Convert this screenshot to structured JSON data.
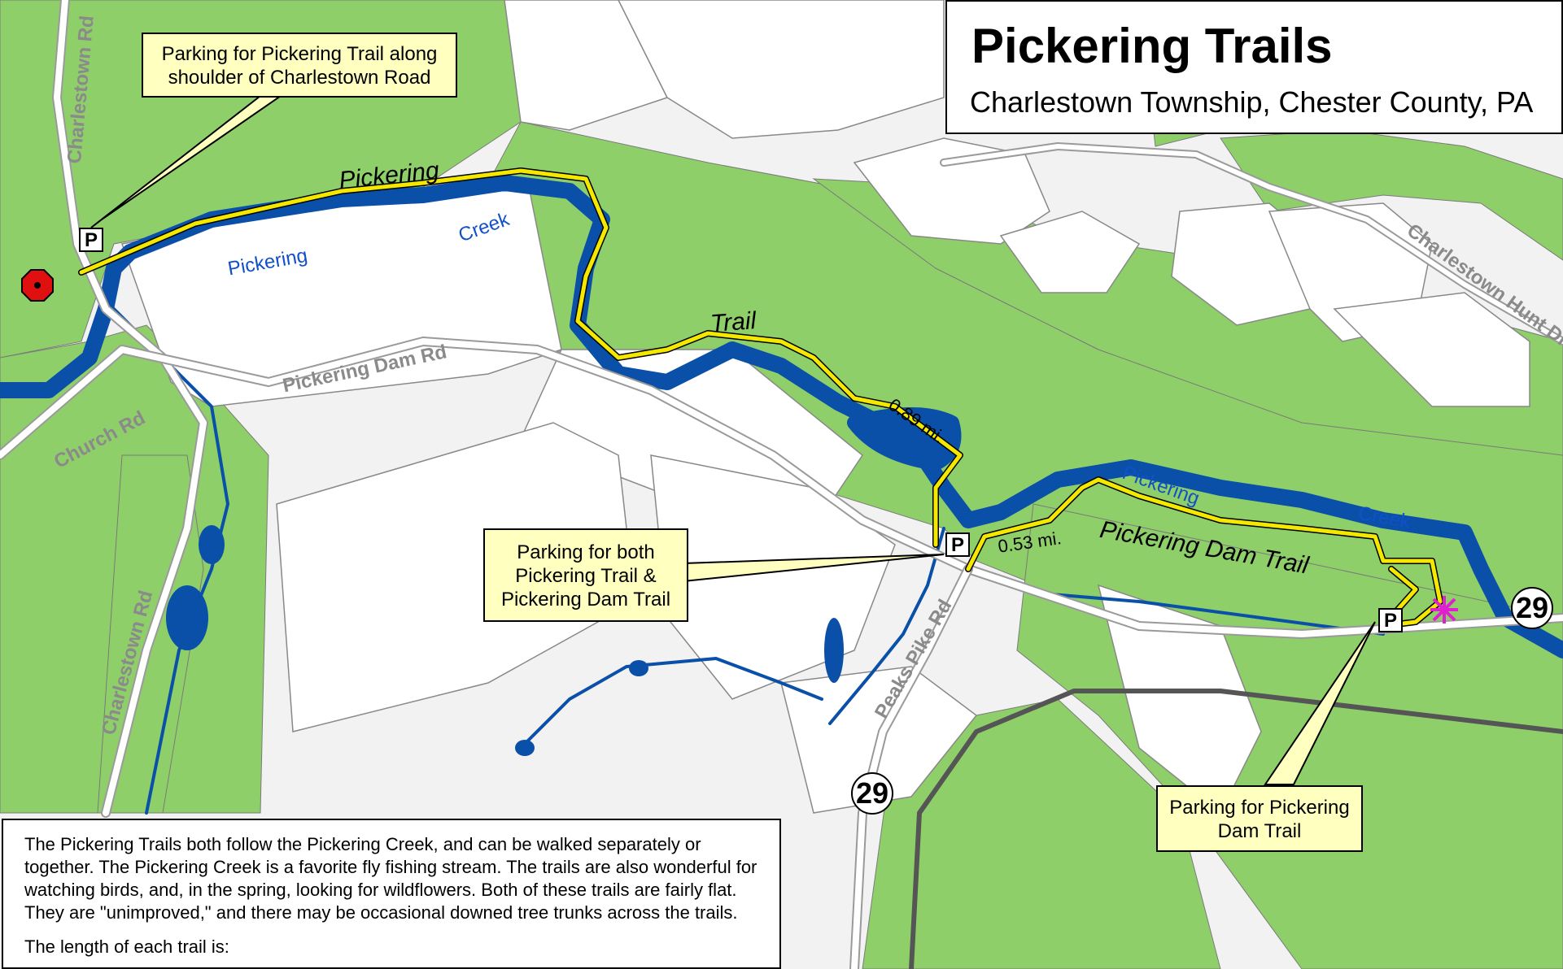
{
  "title": "Pickering Trails",
  "subtitle": "Charlestown Township, Chester County, PA",
  "callouts": {
    "pickering_trail_parking": "Parking for Pickering Trail along shoulder of Charlestown Road",
    "both_trails_parking": "Parking for both Pickering Trail & Pickering Dam Trail",
    "dam_trail_parking": "Parking for Pickering Dam Trail"
  },
  "road_labels": {
    "charlestown_rd": "Charlestown Rd",
    "pickering_dam_rd": "Pickering Dam Rd",
    "church_rd": "Church Rd",
    "peaks_pike_rd": "Peaks Pike Rd",
    "charlestown_hunt_dr": "Charlestown Hunt Dr"
  },
  "creek_labels": {
    "pickering": "Pickering",
    "creek": "Creek"
  },
  "trail_labels": {
    "pickering": "Pickering",
    "trail": "Trail",
    "pickering_dam_trail": "Pickering   Dam   Trail"
  },
  "distances": {
    "pickering_trail": "0.89 mi.",
    "dam_trail": "0.53 mi."
  },
  "parking_symbol": "P",
  "route_number": "29",
  "description": {
    "para1": "The Pickering Trails both follow the Pickering Creek, and can be walked separately or together. The Pickering Creek is a favorite fly fishing stream. The trails are also wonderful for watching birds, and, in the spring, looking for wildflowers. Both of these trails are fairly flat. They are \"unimproved,\" and there may be occasional downed tree trunks across the trails.",
    "para2": "The length of each trail is:"
  },
  "icons": [
    "stop-sign-icon",
    "flower-marker-icon",
    "parking-icon",
    "route-shield-icon"
  ],
  "colors": {
    "land": "#8fcf6a",
    "parcel": "#ffffff",
    "background": "#f2f2f2",
    "creek": "#0a50a8",
    "trail": "#f4e800",
    "callout": "#ffffc0",
    "road": "#b0b0b0",
    "marker": "#e020d0"
  }
}
